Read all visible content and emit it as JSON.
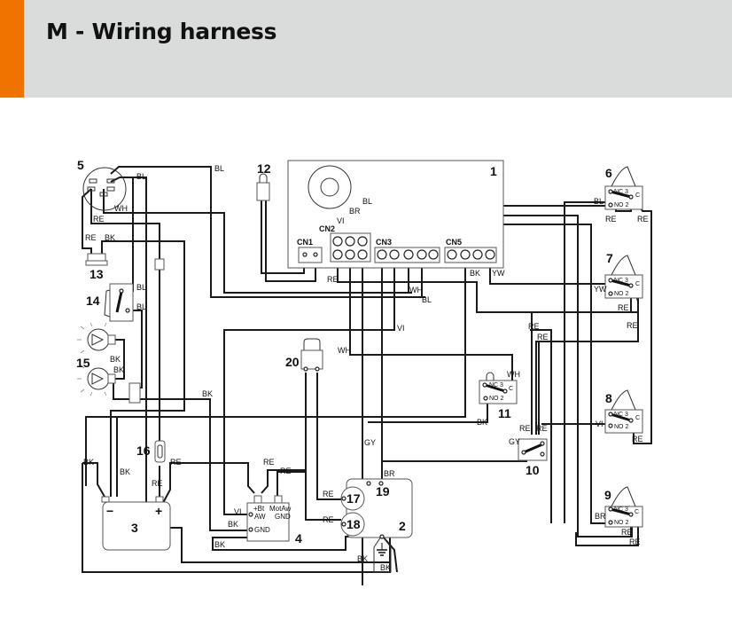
{
  "header": {
    "title": "M - Wiring harness",
    "accent_color": "#f07300",
    "background_color": "#dadbdb"
  },
  "components": {
    "c1": "1",
    "c2": "2",
    "c3": "3",
    "c4": "4",
    "c5": "5",
    "c6": "6",
    "c7": "7",
    "c8": "8",
    "c9": "9",
    "c10": "10",
    "c11": "11",
    "c12": "12",
    "c13": "13",
    "c14": "14",
    "c15": "15",
    "c16": "16",
    "c17": "17",
    "c18": "18",
    "c19": "19",
    "c20": "20"
  },
  "connectors": {
    "cn1": "CN1",
    "cn2": "CN2",
    "cn3": "CN3",
    "cn5": "CN5"
  },
  "switch_pins": {
    "nc": "NC 3",
    "no": "NO 2",
    "c": "C"
  },
  "battery": {
    "minus": "−",
    "plus": "+"
  },
  "module4": {
    "bt": "+Bt",
    "motaw": "MotAw",
    "aw": "AW",
    "gnd": "GND",
    "gnd2": "GND"
  },
  "wire_labels": {
    "bl_top": "BL",
    "bl_5": "BL",
    "wh_5": "WH",
    "re_5": "RE",
    "re_13": "RE",
    "bk_13": "BK",
    "bl_14a": "BL",
    "bl_14b": "BL",
    "bk_15a": "BK",
    "bk_15b": "BK",
    "bk_mid": "BK",
    "vi_cn2": "VI",
    "br_cn2": "BR",
    "bl_cn2": "BL",
    "re_cn2": "RE",
    "wh_cn3": "WH",
    "bl_cn3": "BL",
    "bk_cn5": "BK",
    "yw_cn5": "YW",
    "vi_mid": "VI",
    "wh_mid": "WH",
    "bl_6": "BL",
    "re_6a": "RE",
    "re_6b": "RE",
    "yw_7": "YW",
    "re_7a": "RE",
    "re_7b": "RE",
    "re_r1": "RE",
    "re_r2": "RE",
    "vi_8": "VI",
    "re_8": "RE",
    "br_9": "BR",
    "re_9a": "RE",
    "re_9b": "RE",
    "wh_11": "WH",
    "bk_11": "BK",
    "gy_10": "GY",
    "gy_mid": "GY",
    "re_10a": "RE",
    "re_10b": "RE",
    "bk_3l": "BK",
    "bk_3": "BK",
    "re_16": "RE",
    "re_3": "RE",
    "re_4a": "RE",
    "re_4b": "RE",
    "vi_4": "VI",
    "bk_4": "BK",
    "bk_4b": "BK",
    "re_17": "RE",
    "re_18": "RE",
    "br_19": "BR",
    "bk_2a": "BK",
    "bk_2b": "BK"
  }
}
